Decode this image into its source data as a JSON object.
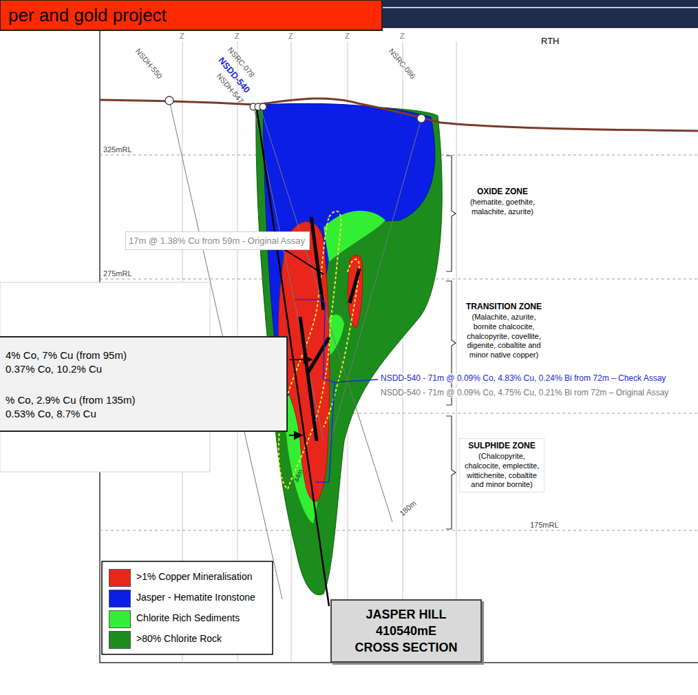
{
  "diagram": {
    "title": "per and gold project",
    "nodes": [
      {
        "text": [
          "OXIDE ZONE",
          "(hematite, goethite, malachite, azurite)"
        ]
      },
      {
        "text": [
          "TRANSITION ZONE",
          "(Malachite, azurite, bornite chalcocite, chalcopyrite, covellite, digenite, cobaltite and minor native copper)"
        ]
      },
      {
        "text": [
          "SULPHIDE ZONE",
          "(Chalcopyrite, chalcocite, emplectite, wittichenite, cobaltite and minor bornite)"
        ]
      },
      {
        "text": [
          "17m @ 1.38% Cu from 59m - Original Assay"
        ]
      },
      {
        "text": [
          "4% Co, 7% Cu (from 95m)",
          "0.37% Co, 10.2% Cu",
          "% Co, 2.9% Cu (from 135m)",
          "0.53% Co, 8.7% Cu"
        ]
      },
      {
        "text": [
          "JASPER HILL 410540mE CROSS SECTION"
        ]
      }
    ],
    "labels": [
      "RTH",
      "Z",
      "Z",
      "Z",
      "Z",
      "Z",
      "NSDH-550",
      "NSRC-078",
      "NSDD-540",
      "NSDH-547",
      "NSRC-086",
      "325mRL",
      "275mRL",
      "175mRL",
      "44m",
      "180m",
      "NSDD-540 - 71m @ 0.09% Co, 4.83% Cu, 0.24% Bi from 72m – Check Assay",
      "NSDD-540 - 71m @ 0.09% Co, 4.75% Cu, 0.21% Bi rom 72m – Original Assay"
    ],
    "legend": [
      {
        "text": ">1% Copper Mineralisation",
        "color": "#e8261c"
      },
      {
        "text": "Jasper - Hematite Ironstone",
        "color": "#0a1ee6"
      },
      {
        "text": "Chlorite Rich Sediments",
        "color": "#33ee33"
      },
      {
        "text": ">80% Chlorite Rock",
        "color": "#1c8c1c"
      }
    ]
  }
}
